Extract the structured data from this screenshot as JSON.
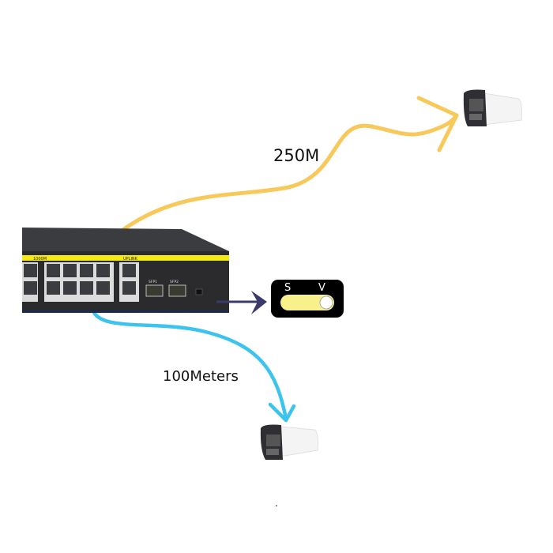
{
  "diagram": {
    "links": [
      {
        "label": "250M",
        "color": "#f7c95a",
        "target": "camera-top"
      },
      {
        "label": "100Meters",
        "color": "#3cc3ee",
        "target": "camera-bottom"
      }
    ],
    "switch": {
      "group_label": "1000M",
      "uplink_label": "UPLINK",
      "sfp_labels": [
        "SFP1",
        "SFP2"
      ],
      "body_color": "#2b2a2d",
      "stripe_color": "#f5ea14"
    },
    "mode_switch": {
      "left_label": "S",
      "right_label": "V",
      "track_color": "#f8f08a",
      "arrow_color": "#3b3a6a"
    },
    "footer_mark": "."
  }
}
